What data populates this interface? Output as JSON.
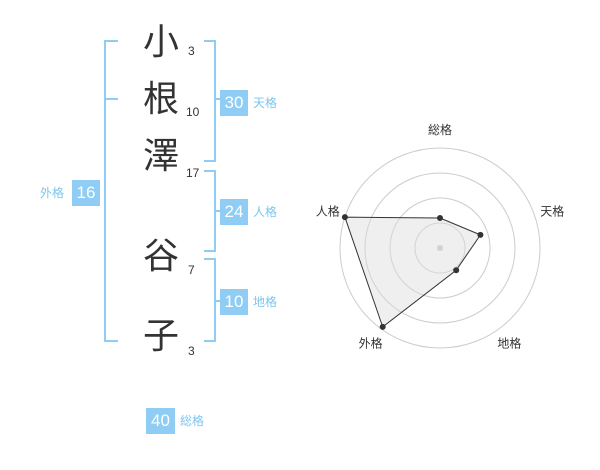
{
  "name": {
    "chars": [
      "小",
      "根",
      "澤",
      "谷",
      "子"
    ],
    "strokes": [
      "3",
      "10",
      "17",
      "7",
      "3"
    ]
  },
  "scores": {
    "tenkaku": {
      "value": "30",
      "label": "天格"
    },
    "jinkaku": {
      "value": "24",
      "label": "人格"
    },
    "chikaku": {
      "value": "10",
      "label": "地格"
    },
    "gaikaku": {
      "value": "16",
      "label": "外格"
    },
    "soukaku": {
      "value": "40",
      "label": "総格"
    }
  },
  "colors": {
    "accent": "#8fcdf4",
    "label": "#7cc6ef",
    "text": "#333333"
  },
  "chart_data": {
    "type": "radar",
    "axes": [
      "総格",
      "天格",
      "地格",
      "外格",
      "人格"
    ],
    "levels": 4,
    "max": 4,
    "values": [
      1.2,
      1.7,
      1.1,
      3.9,
      4.0
    ]
  }
}
